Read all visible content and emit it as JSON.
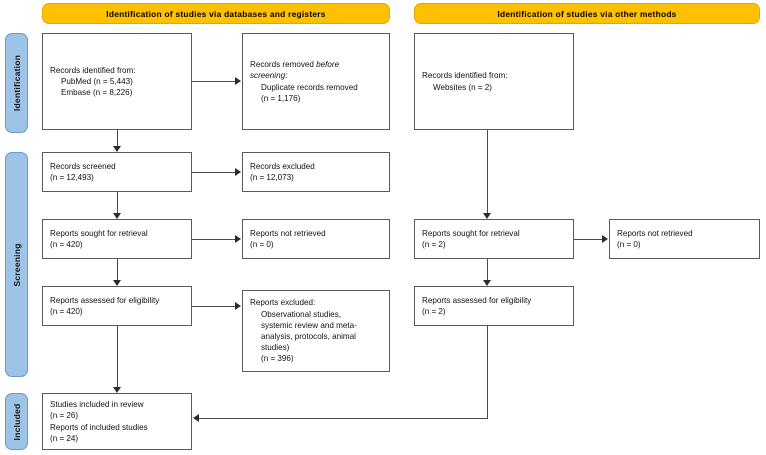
{
  "diagram": {
    "title": "PRISMA 2020 flow diagram",
    "accent_yellow": "#FFC000",
    "accent_blue": "#9DC3E6",
    "box_border": "#5a5a5a"
  },
  "headers": {
    "left": "Identification of studies via databases and registers",
    "right": "Identification of studies via other methods"
  },
  "stages": {
    "identification": "Identification",
    "screening": "Screening",
    "included": "Included"
  },
  "left_column": {
    "records_identified": {
      "line1": "Records identified from:",
      "line2": "PubMed (n = 5,443)",
      "line3": "Embase (n = 8,226)"
    },
    "records_removed": {
      "line1_a": "Records removed ",
      "line1_b": "before",
      "line2_a": "screening",
      "line2_b": ":",
      "line3": "Duplicate records removed",
      "line4": "(n = 1,176)"
    },
    "records_screened": {
      "line1": "Records screened",
      "line2": "(n = 12,493)"
    },
    "records_excluded": {
      "line1": "Records excluded",
      "line2": "(n = 12,073)"
    },
    "reports_sought": {
      "line1": "Reports sought for retrieval",
      "line2": "(n = 420)"
    },
    "reports_not_retrieved": {
      "line1": "Reports not retrieved",
      "line2": "(n = 0)"
    },
    "reports_assessed": {
      "line1": "Reports assessed for eligibility",
      "line2": "(n = 420)"
    },
    "reports_excluded": {
      "line1": "Reports excluded:",
      "line2": "Observational studies,",
      "line3": "systemic review and meta-",
      "line4": "analysis, protocols, animal",
      "line5": "studies)",
      "line6": "(n = 396)"
    }
  },
  "right_column": {
    "records_identified": {
      "line1": "Records identified from:",
      "line2": "Websites (n = 2)"
    },
    "reports_sought": {
      "line1": "Reports sought for retrieval",
      "line2": "(n = 2)"
    },
    "reports_not_retrieved": {
      "line1": "Reports not retrieved",
      "line2": "(n = 0)"
    },
    "reports_assessed": {
      "line1": "Reports assessed for eligibility",
      "line2": "(n = 2)"
    }
  },
  "included_box": {
    "line1": "Studies included in review",
    "line2": "(n = 26)",
    "line3": "Reports of included studies",
    "line4": "(n = 24)"
  }
}
